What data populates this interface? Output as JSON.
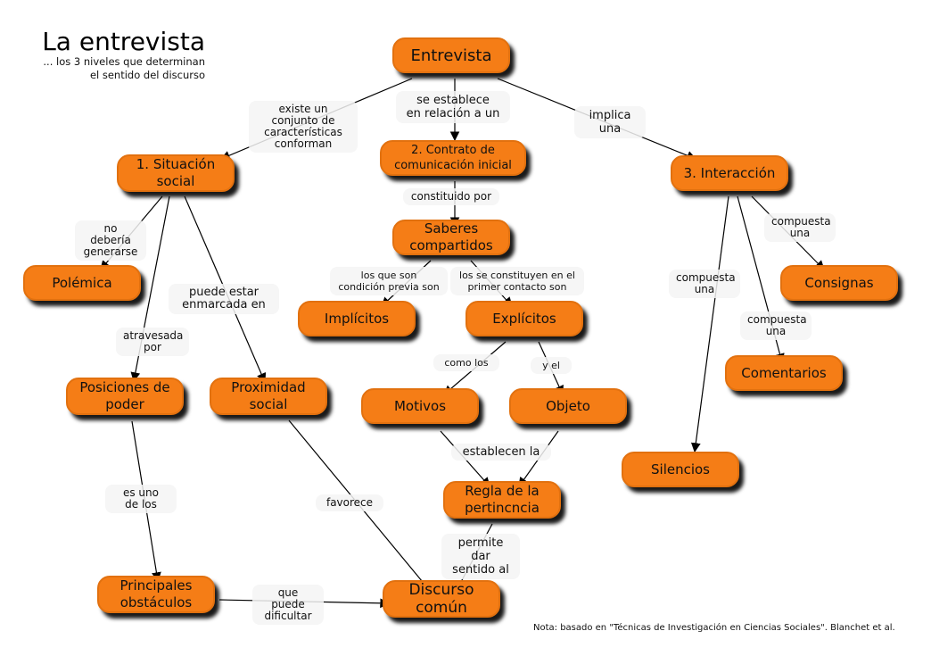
{
  "header": {
    "title": "La entrevista",
    "subtitle_line1": "... los 3 niveles que determinan",
    "subtitle_line2": "el sentido del discurso"
  },
  "nodes": {
    "entrevista": "Entrevista",
    "situacion_social": "1. Situación social",
    "contrato": "2. Contrato de comunicación inicial",
    "interaccion": "3. Interacción",
    "saberes": "Saberes compartidos",
    "polemica": "Polémica",
    "implicitos": "Implícitos",
    "explicitos": "Explícitos",
    "consignas": "Consignas",
    "comentarios": "Comentarios",
    "posiciones": "Posiciones de poder",
    "proximidad": "Proximidad social",
    "motivos": "Motivos",
    "objeto": "Objeto",
    "silencios": "Silencios",
    "regla": "Regla de la pertincncia",
    "principales": "Principales obstáculos",
    "discurso": "Discurso común"
  },
  "links": {
    "existe": "existe un\nconjunto de\ncaracterísticas\nconforman",
    "se_establece": "se establece\nen relación a un",
    "implica": "implica\nuna",
    "constituido": "constituido por",
    "no_deberia": "no debería\ngenerarse",
    "puede_estar": "puede estar\nenmarcada en",
    "atravesada": "atravesada\npor",
    "los_que_son": "los que son\ncondición previa son",
    "los_se": "los se constituyen en el\nprimer contacto son",
    "compuesta_consignas": "compuesta\nuna",
    "compuesta_silencios": "compuesta\nuna",
    "compuesta_comentarios": "compuesta\nuna",
    "como_los": "como los",
    "y_el": "y el",
    "establecen": "establecen la",
    "es_uno": "es uno\nde los",
    "favorece": "favorece",
    "permite": "permite dar\nsentido al",
    "que_puede": "que puede\ndificultar"
  },
  "note": "Nota: basado en \"Técnicas de Investigación en Ciencias Sociales\". Blanchet et al.",
  "colors": {
    "node_fill": "#f57d16",
    "node_border": "#e2710f",
    "label_bg": "#f5f5f5",
    "edge": "#000000"
  }
}
